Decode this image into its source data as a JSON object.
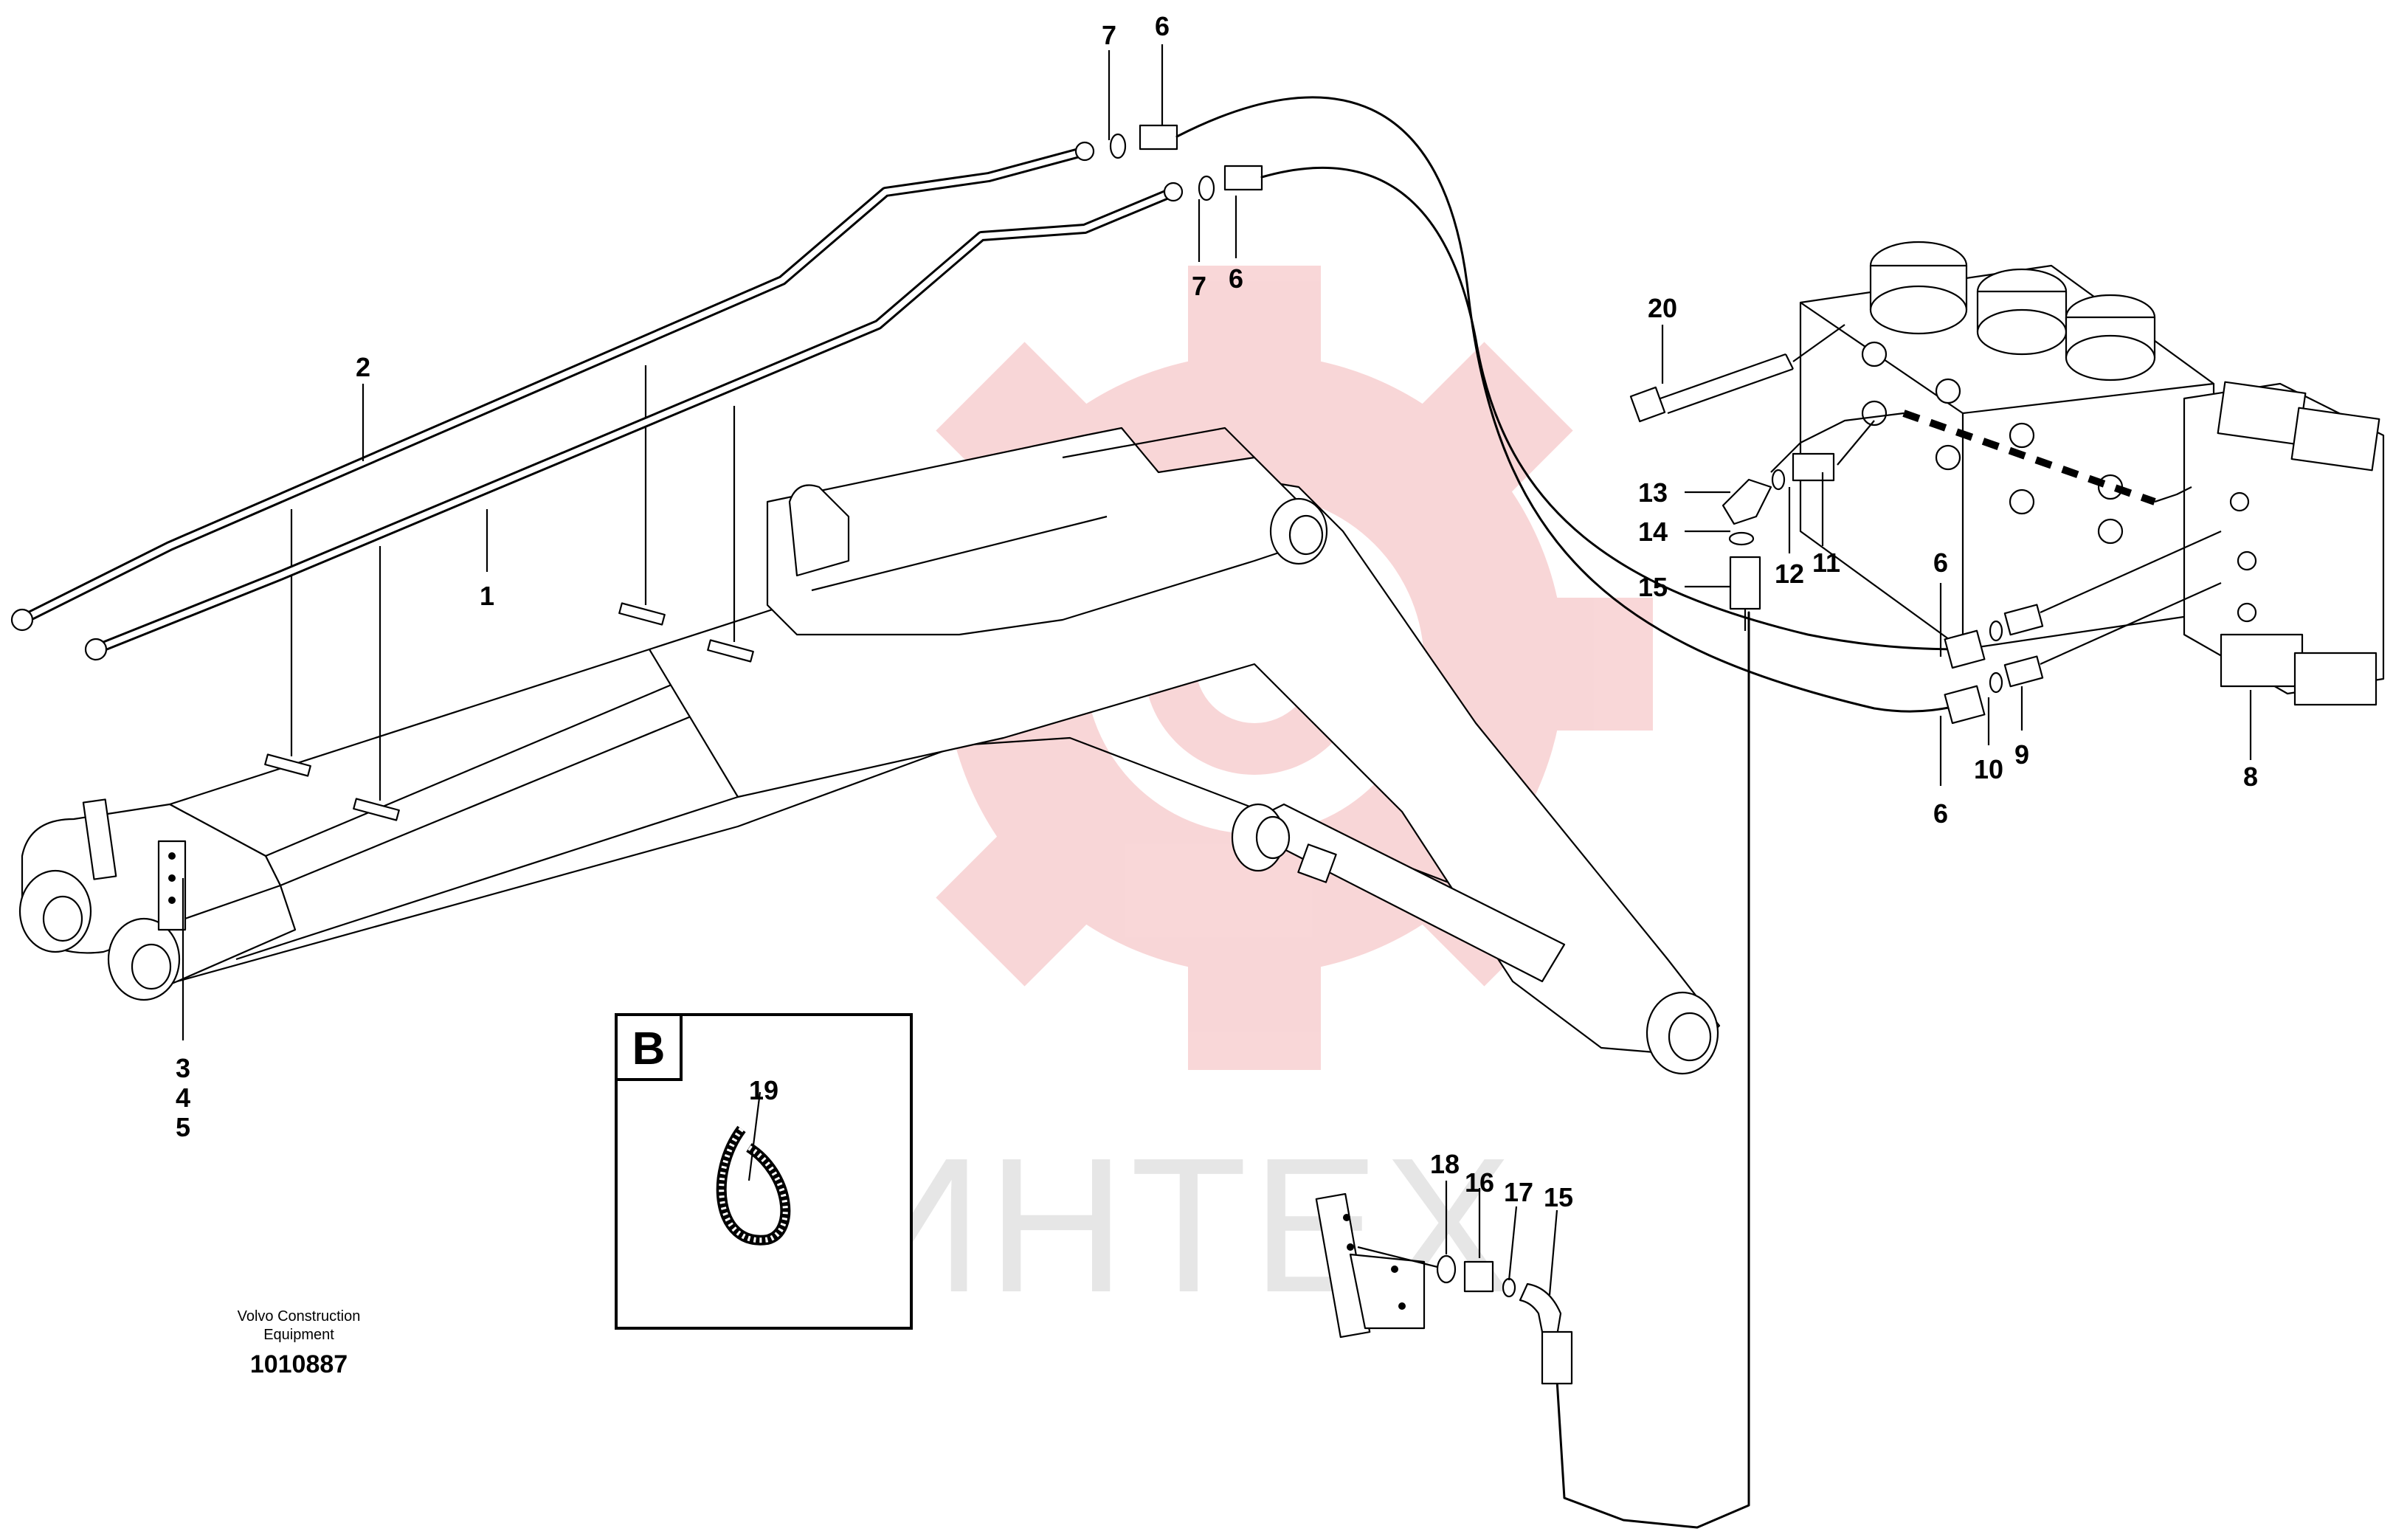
{
  "diagram": {
    "part_labels": {
      "l1": "1",
      "l2": "2",
      "l3": "3",
      "l4": "4",
      "l5": "5",
      "l6a": "6",
      "l6b": "6",
      "l6c": "6",
      "l6d": "6",
      "l7a": "7",
      "l7b": "7",
      "l8": "8",
      "l9": "9",
      "l10": "10",
      "l11": "11",
      "l12": "12",
      "l13": "13",
      "l14": "14",
      "l15a": "15",
      "l15b": "15",
      "l16": "16",
      "l17": "17",
      "l18": "18",
      "l19": "19",
      "l20": "20"
    },
    "detail_view": {
      "letter": "B"
    },
    "watermark": {
      "text": "ИНТЕХ"
    },
    "footer": {
      "publisher_line1": "Volvo Construction",
      "publisher_line2": "Equipment",
      "drawing_number": "1010887"
    }
  }
}
